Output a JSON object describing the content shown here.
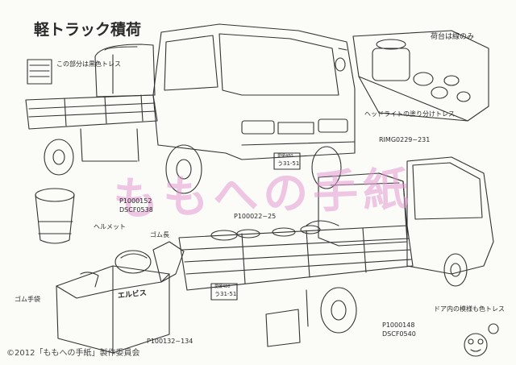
{
  "sheet": {
    "title": "軽トラック積荷",
    "copyright": "©2012「ももへの手紙」製作委員会",
    "watermark": "ももへの手紙"
  },
  "notes": {
    "upper_left_note": "この部分は黒色トレス",
    "cargo_note": "荷台は線のみ",
    "headlight_note": "ヘッドライトの塗り分けトレス",
    "door_note": "ドア内の模様も色トレス",
    "helmet": "ヘルメット",
    "boots": "ゴム長",
    "gloves": "ゴム手袋"
  },
  "photo_refs": {
    "ref_rimg": "RIMG0229~231",
    "ref_p1000152": "P1000152",
    "ref_dscf0538": "DSCF0538",
    "ref_p100022": "P100022~25",
    "ref_p1000148": "P1000148",
    "ref_dscf0540": "DSCF0540",
    "ref_p100132": "P100132~134"
  },
  "plates": {
    "front_top": "愛媛480",
    "front_bottom": "う31-51",
    "rear_top": "愛媛480",
    "rear_bottom": "う31-51"
  },
  "box_label": "エルビス"
}
